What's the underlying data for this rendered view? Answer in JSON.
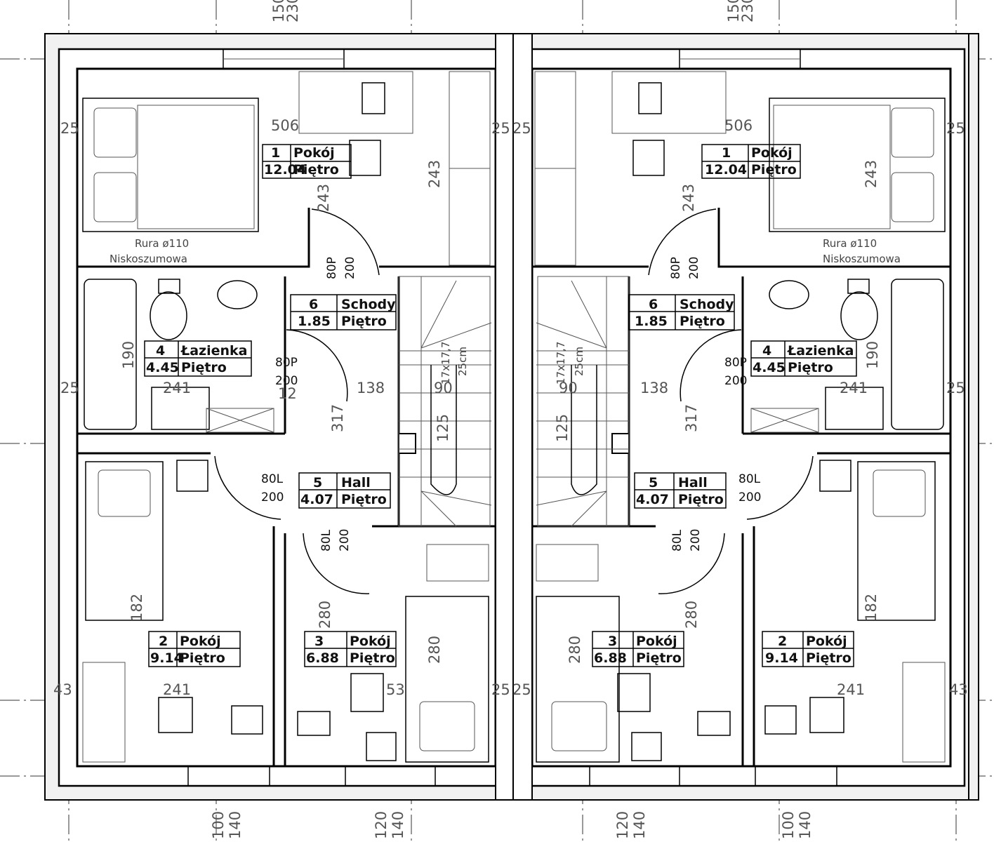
{
  "units": [
    {
      "side": "left",
      "rooms": [
        {
          "number": "1",
          "name": "Pokój",
          "area": "12.04",
          "level": "Piętro"
        },
        {
          "number": "2",
          "name": "Pokój",
          "area": "9.14",
          "level": "Piętro"
        },
        {
          "number": "3",
          "name": "Pokój",
          "area": "6.88",
          "level": "Piętro"
        },
        {
          "number": "4",
          "name": "Łazienka",
          "area": "4.45",
          "level": "Piętro"
        },
        {
          "number": "5",
          "name": "Hall",
          "area": "4.07",
          "level": "Piętro"
        },
        {
          "number": "6",
          "name": "Schody",
          "area": "1.85",
          "level": "Piętro"
        }
      ]
    },
    {
      "side": "right",
      "rooms": [
        {
          "number": "1",
          "name": "Pokój",
          "area": "12.04",
          "level": "Piętro"
        },
        {
          "number": "2",
          "name": "Pokój",
          "area": "9.14",
          "level": "Piętro"
        },
        {
          "number": "3",
          "name": "Pokój",
          "area": "6.88",
          "level": "Piętro"
        },
        {
          "number": "4",
          "name": "Łazienka",
          "area": "4.45",
          "level": "Piętro"
        },
        {
          "number": "5",
          "name": "Hall",
          "area": "4.07",
          "level": "Piętro"
        },
        {
          "number": "6",
          "name": "Schody",
          "area": "1.85",
          "level": "Piętro"
        }
      ]
    }
  ],
  "doors": {
    "bath_w": "80P",
    "bath_h": "200",
    "stairs_w": "80P",
    "stairs_h": "200",
    "hall_w": "80L",
    "hall_h": "200",
    "room3_w": "80L",
    "room3_h": "200"
  },
  "notes": {
    "pipe": "Rura ø110",
    "pipe_type": "Niskoszumowa",
    "stairs_steps": "17x17,7",
    "stairs_rise": "25cm"
  },
  "dimensions": {
    "top": [
      "150",
      "230"
    ],
    "bottom_a": [
      "100",
      "140"
    ],
    "bottom_b": [
      "120",
      "140"
    ],
    "room1_w": "506",
    "room1_h": "243",
    "bath_h": "190",
    "bath_w": "241",
    "room2_w": "241",
    "room2_h": "182",
    "room3_h": "280",
    "stair_hall": "138",
    "stair_run": "317",
    "stair_w": "90",
    "stair_land": "125",
    "wall_25": "25",
    "wall_43": "43",
    "wall_12": "12",
    "wall_53": "53"
  }
}
